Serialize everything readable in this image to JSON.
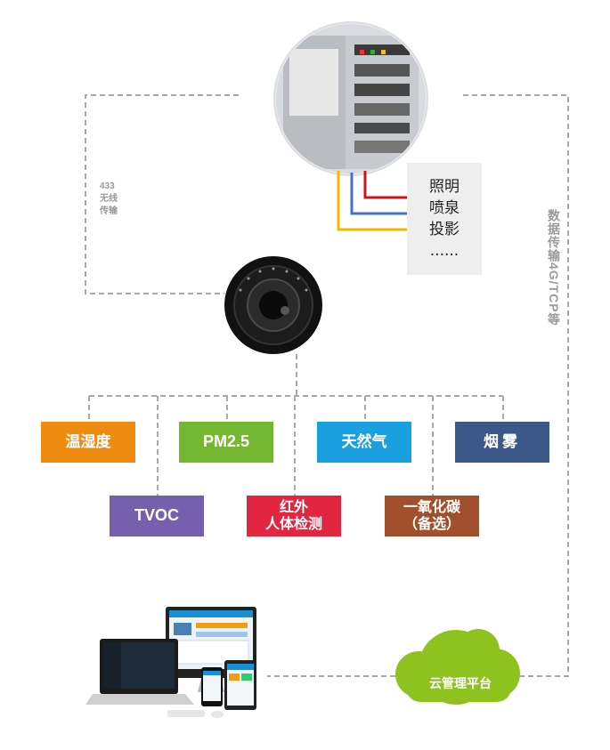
{
  "cabinet_loads": [
    "照明",
    "喷泉",
    "投影",
    "......"
  ],
  "links": {
    "wireless_433": [
      "433",
      "无线",
      "传输"
    ],
    "data_4g": "数据传输4G/TCP等"
  },
  "sensors": {
    "temp_humidity": "温湿度",
    "pm25": "PM2.5",
    "natural_gas": "天然气",
    "smoke": "烟雾",
    "tvoc": "TVOC",
    "infrared_line1": "红外",
    "infrared_line2": "人体检测",
    "co_line1": "一氧化碳",
    "co_line2": "（备选）"
  },
  "cloud_label": "云管理平台",
  "colors": {
    "temp_humidity": "#ef8b11",
    "pm25": "#75b732",
    "natural_gas": "#1aa0e1",
    "smoke": "#3c5889",
    "tvoc": "#7660ad",
    "infrared": "#e3263f",
    "co": "#a14f2c",
    "cloud": "#8dc21f",
    "wire_red": "#c8161d",
    "wire_blue": "#4472c4",
    "wire_yellow": "#f5b800",
    "dashed_line": "#a8a8a8"
  }
}
